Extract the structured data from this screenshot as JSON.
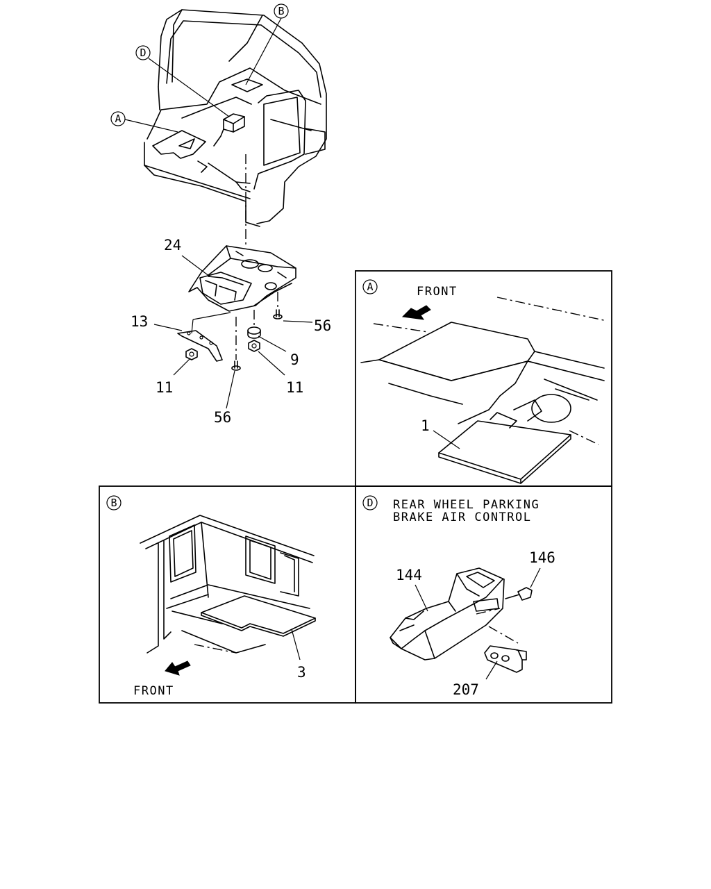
{
  "main_view": {
    "callouts": {
      "A": "A",
      "B": "B",
      "D": "D"
    },
    "part_numbers": {
      "p24": "24",
      "p13": "13",
      "p56_right": "56",
      "p9": "9",
      "p11_left": "11",
      "p11_right": "11",
      "p56_bottom": "56"
    }
  },
  "panel_a": {
    "tag": "A",
    "front_label": "FRONT",
    "part_1": "1"
  },
  "panel_b": {
    "tag": "B",
    "front_label": "FRONT",
    "part_3": "3"
  },
  "panel_d": {
    "tag": "D",
    "title_line1": "REAR WHEEL PARKING",
    "title_line2": "BRAKE AIR CONTROL",
    "part_144": "144",
    "part_146": "146",
    "part_207": "207"
  }
}
